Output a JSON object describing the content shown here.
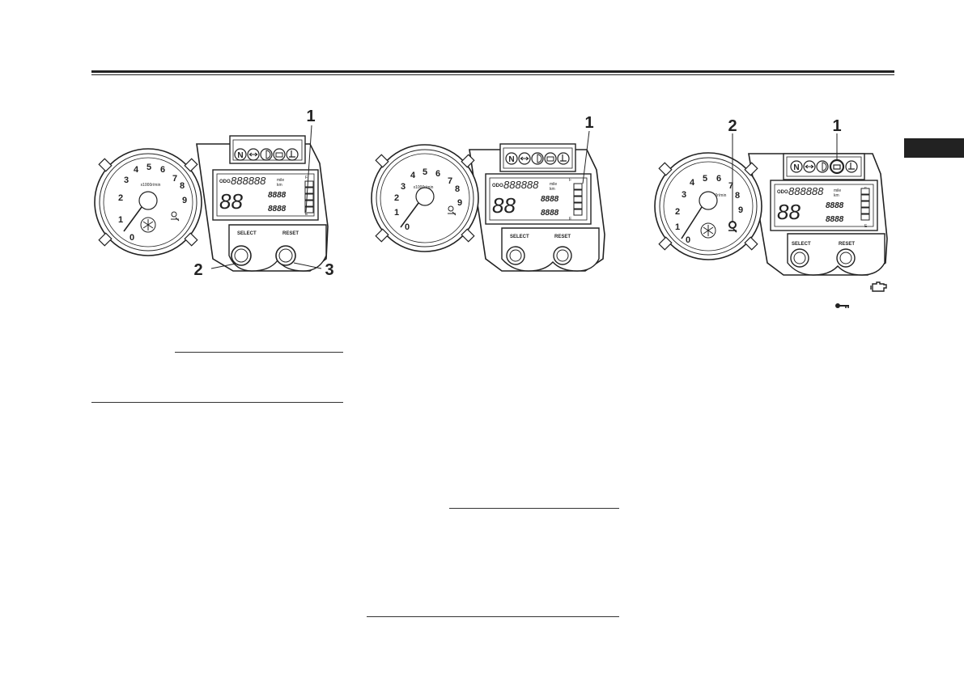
{
  "figures": [
    {
      "callouts": [
        "1",
        "2",
        "3"
      ],
      "tach_numbers": [
        "0",
        "1",
        "2",
        "3",
        "4",
        "5",
        "6",
        "7",
        "8",
        "9"
      ],
      "tach_unit": "x1000r/min",
      "buttons": [
        "SELECT",
        "RESET"
      ],
      "lcd": {
        "odo": "888888",
        "unit_top": "mile",
        "unit_bottom": "km",
        "gear": "88",
        "trip": "8888",
        "clock": "8888",
        "fuel_full": "F",
        "fuel_empty": "E"
      }
    },
    {
      "callouts": [
        "1"
      ],
      "tach_numbers": [
        "0",
        "1",
        "2",
        "3",
        "4",
        "5",
        "6",
        "7",
        "8",
        "9"
      ],
      "tach_unit": "x1000r/min",
      "buttons": [
        "SELECT",
        "RESET"
      ],
      "lcd": {
        "odo": "888888",
        "unit_top": "mile",
        "unit_bottom": "km",
        "gear": "88",
        "trip": "8888",
        "clock": "8888",
        "fuel_full": "F",
        "fuel_empty": "E"
      }
    },
    {
      "callouts": [
        "2",
        "1"
      ],
      "tach_numbers": [
        "0",
        "1",
        "2",
        "3",
        "4",
        "5",
        "6",
        "7",
        "8",
        "9"
      ],
      "tach_unit": "x1000r/min",
      "buttons": [
        "SELECT",
        "RESET"
      ],
      "lcd": {
        "odo": "888888",
        "unit_top": "mile",
        "unit_bottom": "km",
        "gear": "88",
        "trip": "8888",
        "clock": "8888",
        "fuel_full": "F",
        "fuel_empty": "E"
      }
    }
  ],
  "indicator_letter": "N",
  "icons": [
    "engine-trouble-icon",
    "key-icon",
    "yamaha-logo-icon"
  ]
}
